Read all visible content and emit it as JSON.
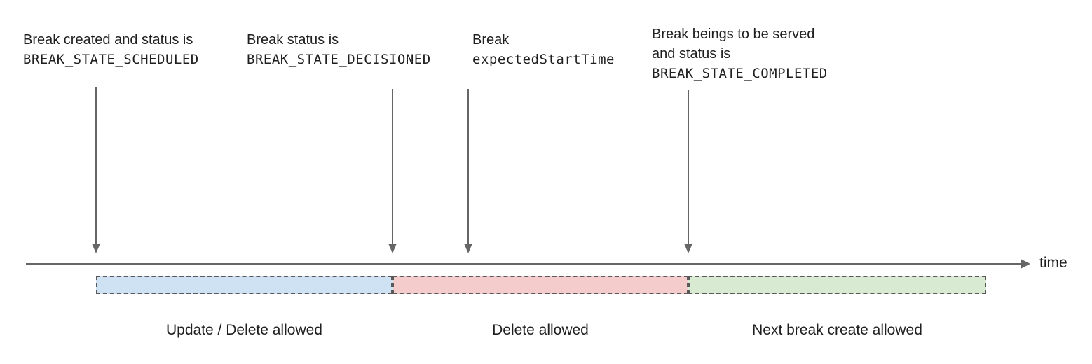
{
  "colors": {
    "text": "#1f1f1f",
    "arrow_line": "#666666",
    "segment_border": "#595959",
    "segment_blue": "#cfe2f3",
    "segment_pink": "#f4cccc",
    "segment_green": "#d9ead3"
  },
  "annotations": [
    {
      "line1": "Break created and status is",
      "line2": "BREAK_STATE_SCHEDULED"
    },
    {
      "line1": "Break status is",
      "line2": "BREAK_STATE_DECISIONED"
    },
    {
      "line1": "Break",
      "line2": "expectedStartTime"
    },
    {
      "line1": "Break beings to be served",
      "line2": "and status is",
      "line3": "BREAK_STATE_COMPLETED"
    }
  ],
  "timeline": {
    "axis_label": "time"
  },
  "segments": [
    {
      "label": "Update / Delete allowed",
      "color": "#cfe2f3"
    },
    {
      "label": "Delete allowed",
      "color": "#f4cccc"
    },
    {
      "label": "Next break create allowed",
      "color": "#d9ead3"
    }
  ]
}
